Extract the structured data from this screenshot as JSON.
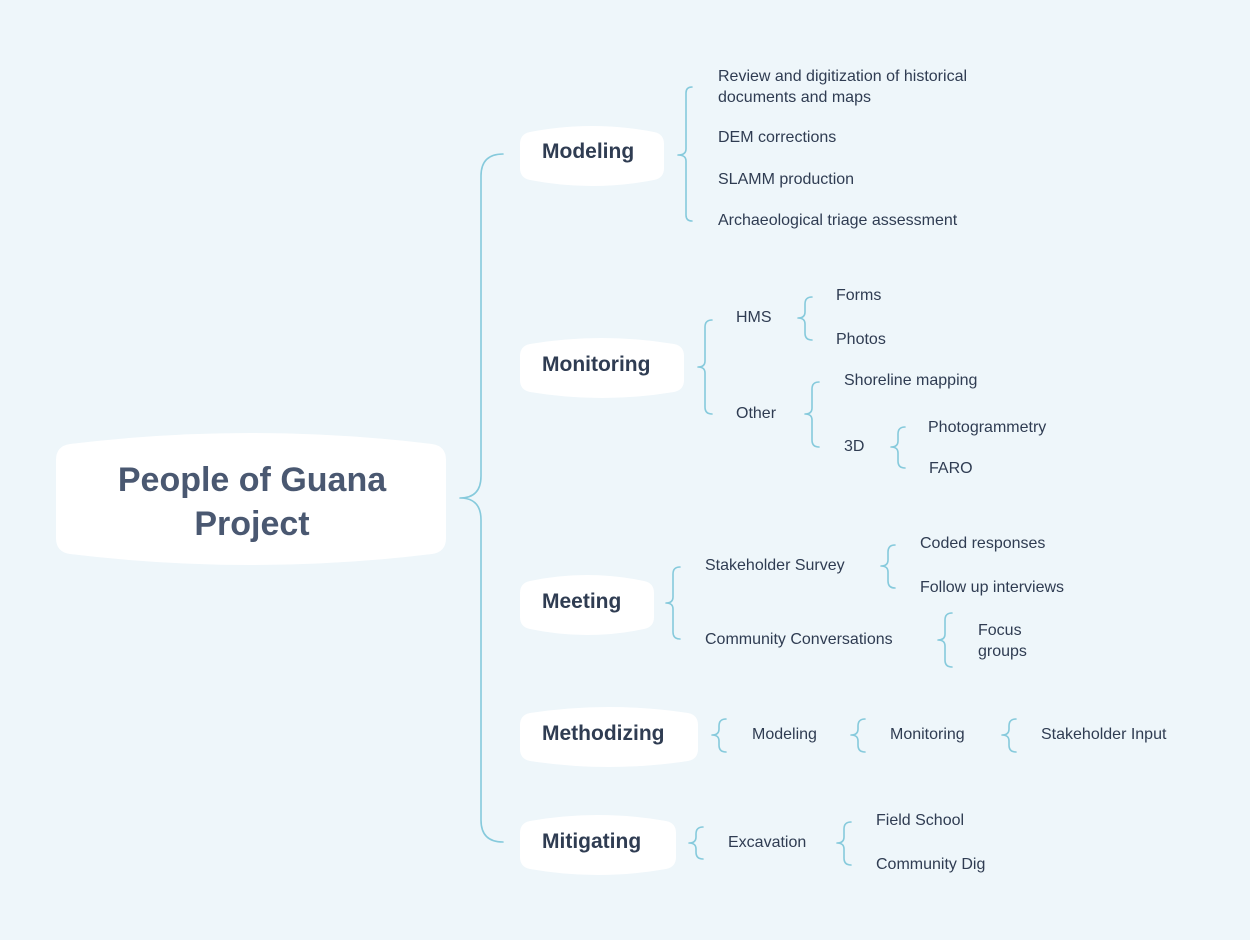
{
  "root": {
    "title_line1": "People of Guana",
    "title_line2": "Project"
  },
  "branches": {
    "modeling": {
      "label": "Modeling",
      "items": [
        "Review and digitization of historical documents and maps",
        "DEM corrections",
        "SLAMM production",
        "Archaeological triage assessment"
      ]
    },
    "monitoring": {
      "label": "Monitoring",
      "hms": {
        "label": "HMS",
        "items": [
          "Forms",
          "Photos"
        ]
      },
      "other": {
        "label": "Other",
        "shoreline": "Shoreline mapping",
        "three_d": {
          "label": "3D",
          "items": [
            "Photogrammetry",
            "FARO"
          ]
        }
      }
    },
    "meeting": {
      "label": "Meeting",
      "survey": {
        "label": "Stakeholder Survey",
        "items": [
          "Coded responses",
          "Follow up interviews"
        ]
      },
      "conversations": {
        "label": "Community Conversations",
        "items": [
          "Focus groups"
        ]
      }
    },
    "methodizing": {
      "label": "Methodizing",
      "chain": [
        "Modeling",
        "Monitoring",
        "Stakeholder Input"
      ]
    },
    "mitigating": {
      "label": "Mitigating",
      "excavation": {
        "label": "Excavation",
        "items": [
          "Field School",
          "Community Dig"
        ]
      }
    }
  },
  "colors": {
    "background": "#eef6fa",
    "connector": "#86cadc",
    "node_fill": "#ffffff",
    "text": "#2f3c52",
    "root_text": "#4a5871"
  }
}
